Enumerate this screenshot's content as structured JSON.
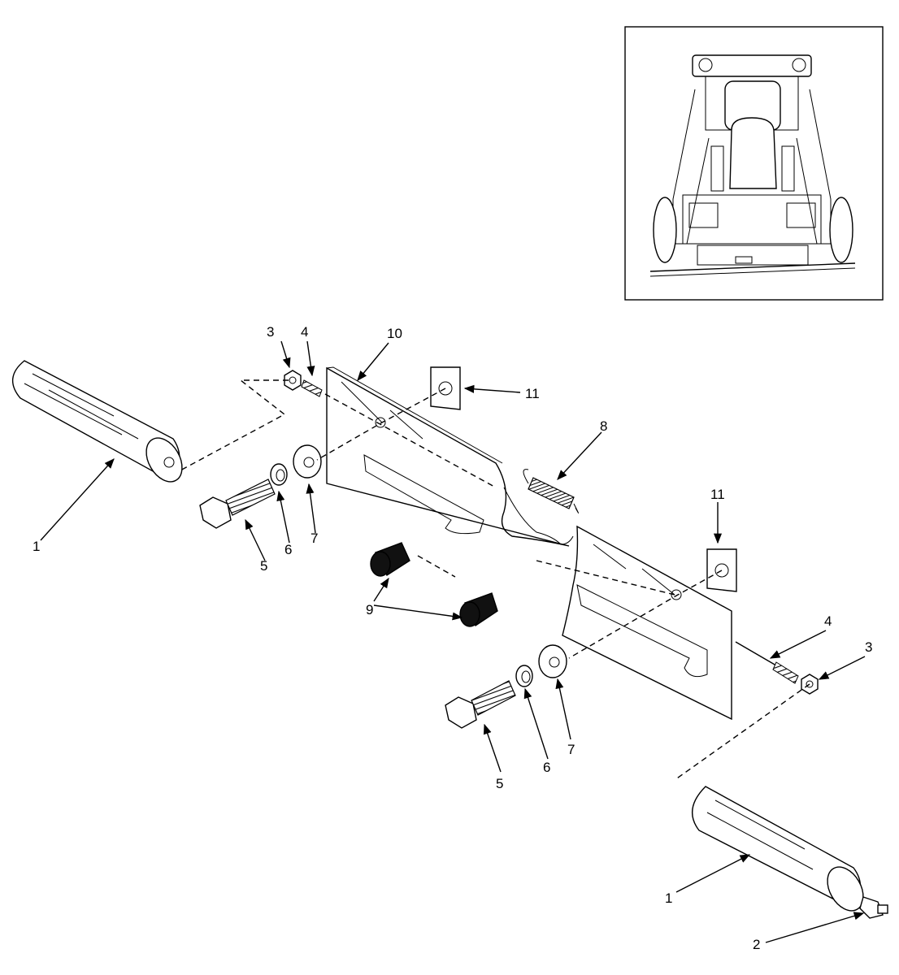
{
  "diagram": {
    "callouts": [
      {
        "id": "c-1-left",
        "text": "1"
      },
      {
        "id": "c-1-right",
        "text": "1"
      },
      {
        "id": "c-2",
        "text": "2"
      },
      {
        "id": "c-3-left",
        "text": "3"
      },
      {
        "id": "c-3-right",
        "text": "3"
      },
      {
        "id": "c-4-left",
        "text": "4"
      },
      {
        "id": "c-4-right",
        "text": "4"
      },
      {
        "id": "c-5-left",
        "text": "5"
      },
      {
        "id": "c-5-right",
        "text": "5"
      },
      {
        "id": "c-6-left",
        "text": "6"
      },
      {
        "id": "c-6-right",
        "text": "6"
      },
      {
        "id": "c-7-left",
        "text": "7"
      },
      {
        "id": "c-7-right",
        "text": "7"
      },
      {
        "id": "c-8",
        "text": "8"
      },
      {
        "id": "c-9",
        "text": "9"
      },
      {
        "id": "c-10",
        "text": "10"
      },
      {
        "id": "c-11-top",
        "text": "11"
      },
      {
        "id": "c-11-right",
        "text": "11"
      }
    ]
  }
}
